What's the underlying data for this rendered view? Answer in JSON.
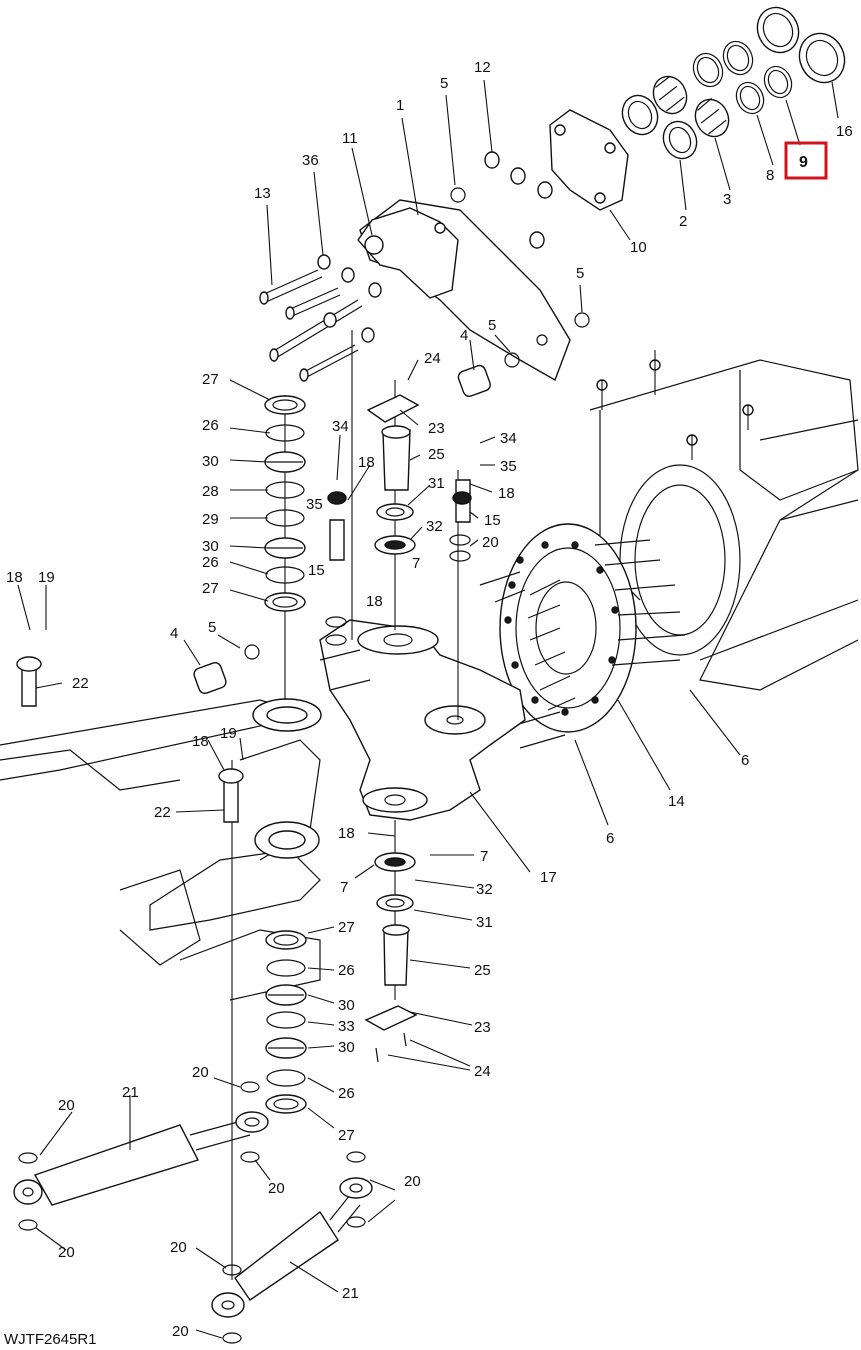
{
  "drawing_id": "WJTF2645R1",
  "highlight": {
    "label": "9",
    "color": "#d0141e"
  },
  "callouts": [
    "1",
    "2",
    "3",
    "4",
    "5",
    "6",
    "7",
    "8",
    "9",
    "10",
    "11",
    "12",
    "13",
    "14",
    "15",
    "16",
    "17",
    "18",
    "19",
    "20",
    "21",
    "22",
    "23",
    "24",
    "25",
    "26",
    "27",
    "28",
    "29",
    "30",
    "31",
    "32",
    "33",
    "34",
    "35",
    "36"
  ]
}
